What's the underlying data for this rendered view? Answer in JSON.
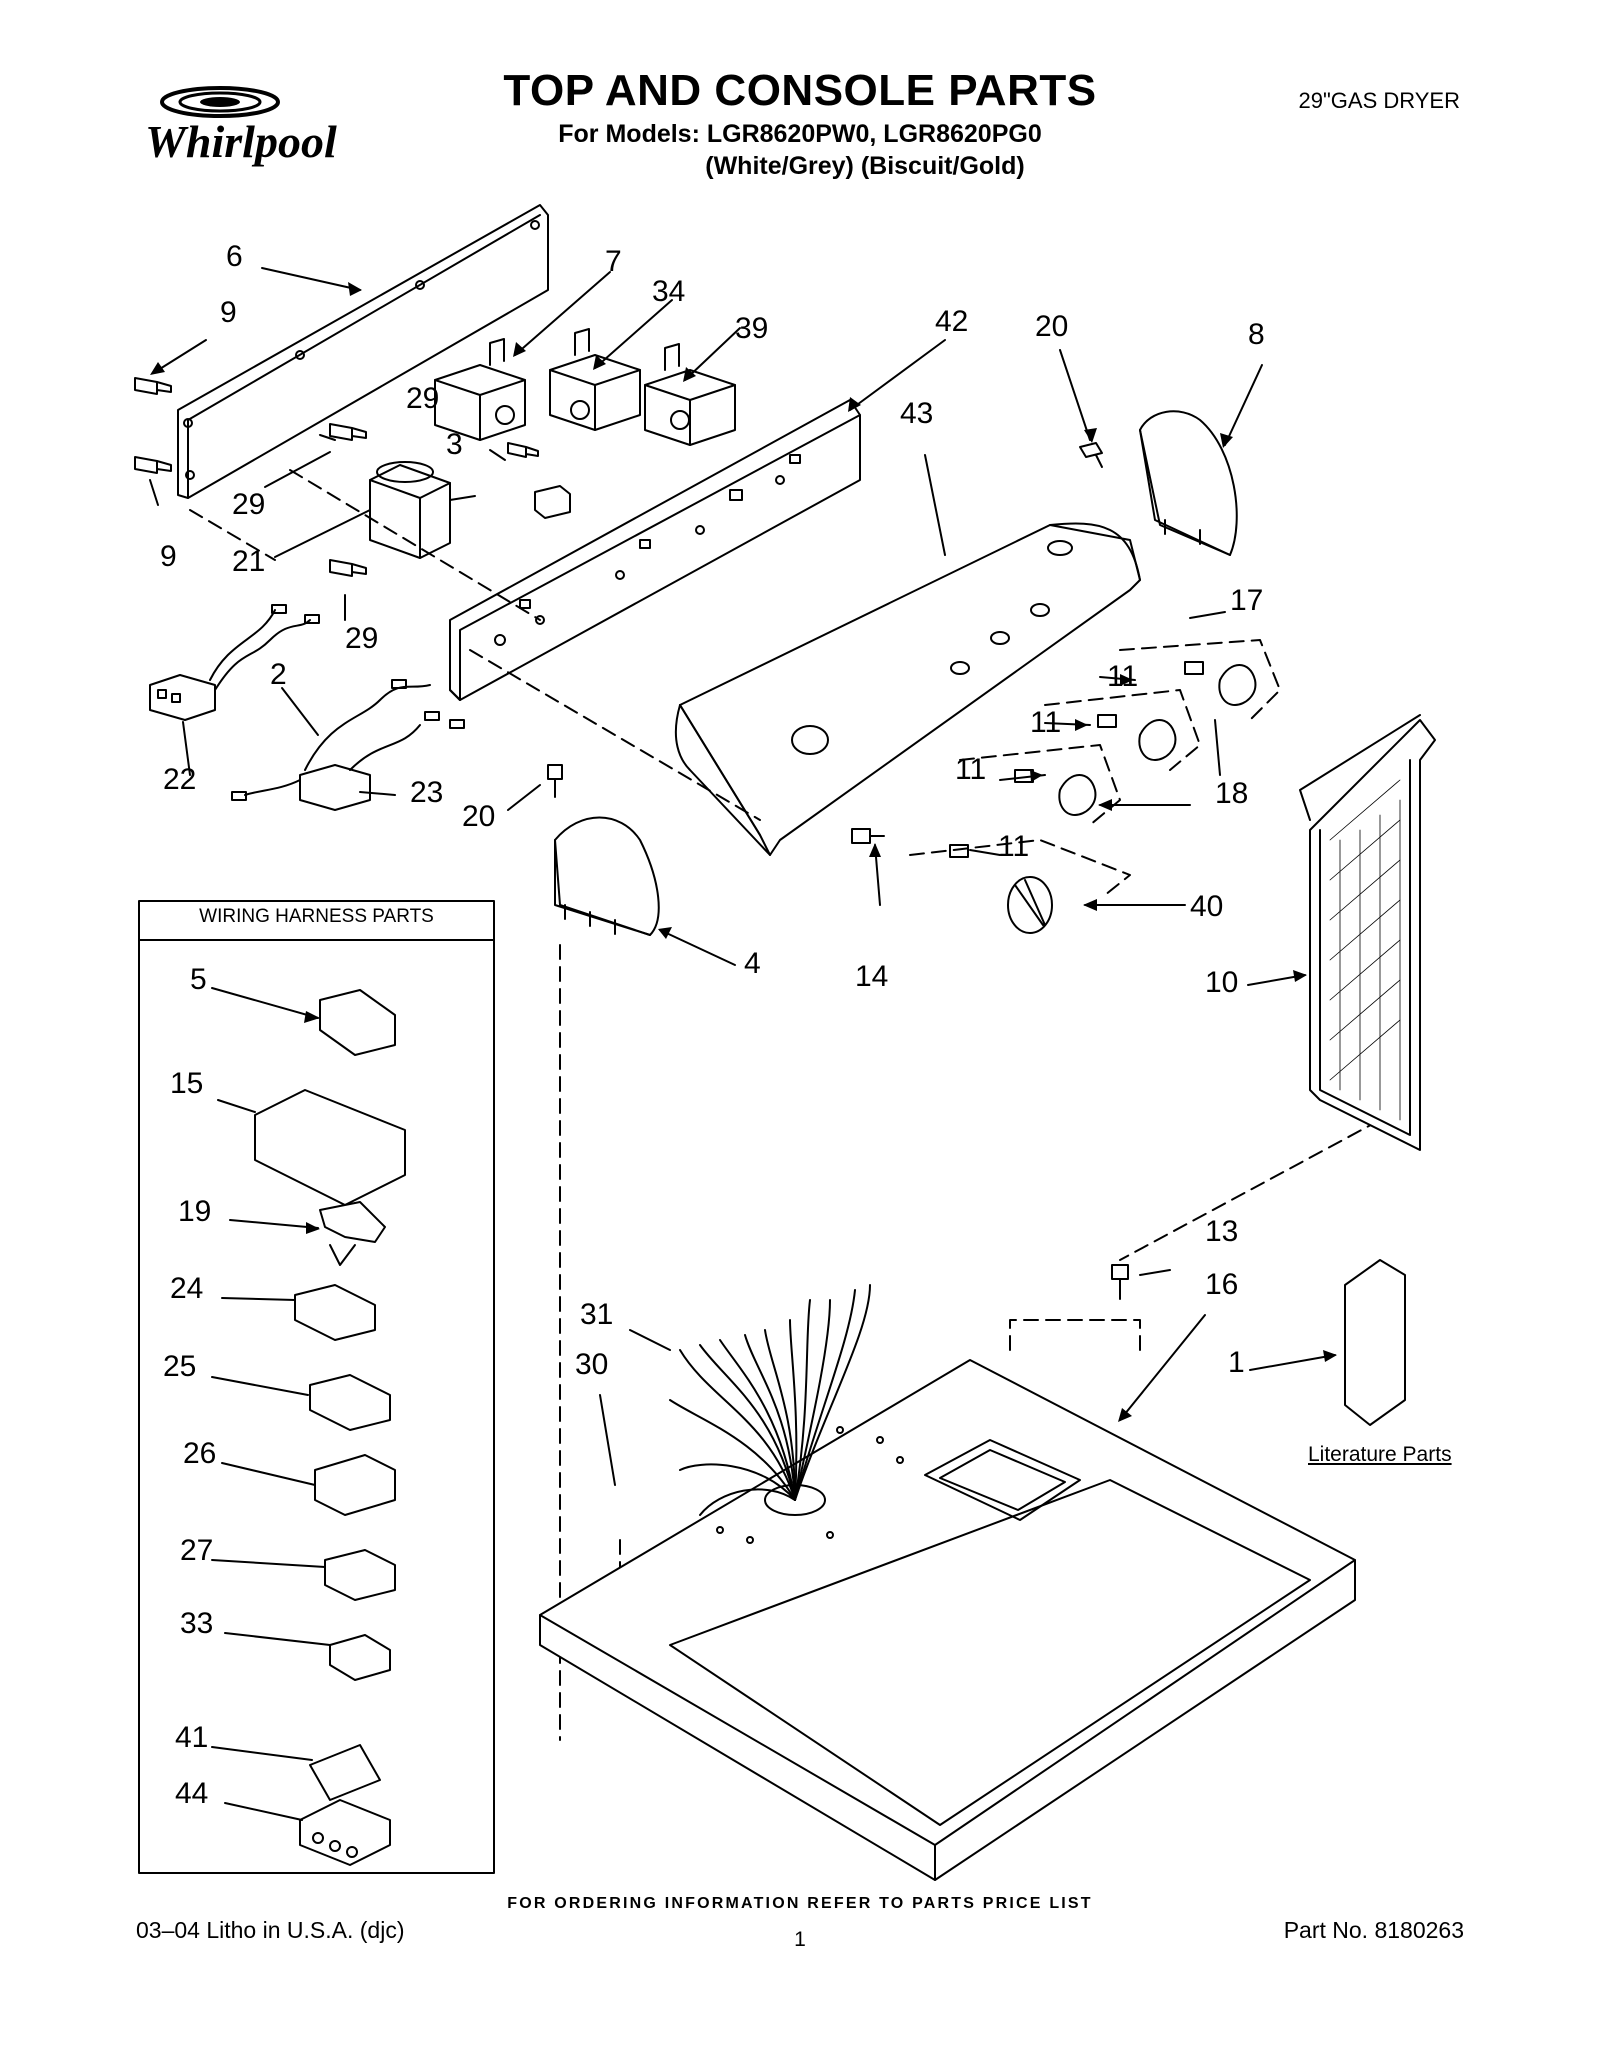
{
  "header": {
    "title": "TOP AND CONSOLE PARTS",
    "models_line": "For Models: LGR8620PW0, LGR8620PG0",
    "colors_line": "(White/Grey)  (Biscuit/Gold)",
    "product": "29\"GAS DRYER",
    "brand": "Whirlpool"
  },
  "diagram": {
    "callouts": [
      "6",
      "9",
      "9",
      "7",
      "34",
      "39",
      "42",
      "20",
      "8",
      "29",
      "3",
      "29",
      "43",
      "21",
      "9",
      "29",
      "17",
      "2",
      "22",
      "23",
      "20",
      "11",
      "11",
      "11",
      "18",
      "11",
      "4",
      "14",
      "40",
      "10",
      "13",
      "16",
      "31",
      "30",
      "1",
      "5",
      "15",
      "19",
      "24",
      "25",
      "26",
      "27",
      "33",
      "41",
      "44"
    ],
    "wiring_box_title": "WIRING HARNESS PARTS",
    "literature_label": "Literature Parts"
  },
  "footer": {
    "ordering": "FOR ORDERING INFORMATION REFER TO PARTS PRICE LIST",
    "litho": "03–04 Litho in U.S.A. (djc)",
    "page": "1",
    "part_no": "Part No. 8180263"
  }
}
